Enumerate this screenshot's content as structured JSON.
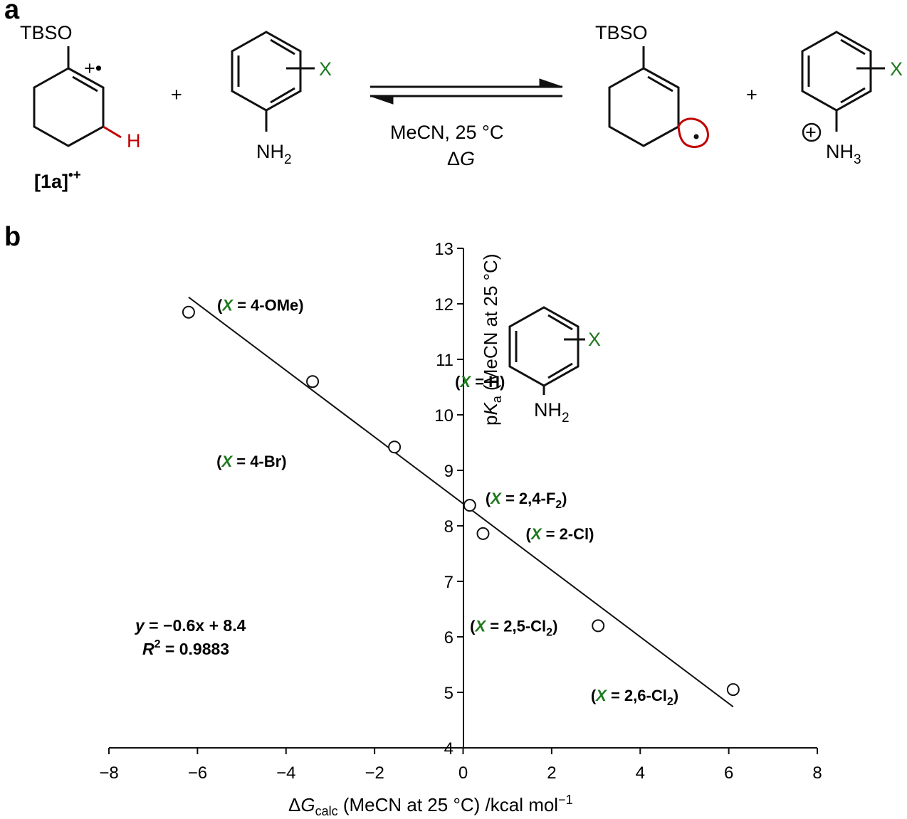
{
  "panel_a": {
    "letter": "a",
    "tbso_left": "TBSO",
    "radical_cation": "+•",
    "h_label": "H",
    "compound_label": "[1a]",
    "compound_sup": "•+",
    "plus1": "+",
    "x_left": "X",
    "nh2": "NH",
    "nh2_sub": "2",
    "conditions": "MeCN, 25 °C",
    "dg_delta": "Δ",
    "dg_g": "G",
    "tbso_right": "TBSO",
    "plus2": "+",
    "x_right": "X",
    "plus_circle": "+",
    "nh3": "NH",
    "nh3_sub": "3"
  },
  "colors": {
    "red": "#c00000",
    "green": "#1e7a1e",
    "black": "#111111"
  },
  "chart_data": {
    "type": "scatter",
    "panel_letter": "b",
    "xlim": [
      -8,
      8
    ],
    "ylim": [
      4,
      13
    ],
    "xticks": [
      -8,
      -6,
      -4,
      -2,
      0,
      2,
      4,
      6,
      8
    ],
    "yticks": [
      4,
      5,
      6,
      7,
      8,
      9,
      10,
      11,
      12,
      13
    ],
    "xtick_labels": [
      "−8",
      "−6",
      "−4",
      "−2",
      "0",
      "2",
      "4",
      "6",
      "8"
    ],
    "ytick_labels": [
      "4",
      "5",
      "6",
      "7",
      "8",
      "9",
      "10",
      "11",
      "12",
      "13"
    ],
    "xlabel": {
      "prefix": "Δ",
      "italic": "G",
      "sub": "calc",
      "rest": " (MeCN at 25 °C) /kcal mol",
      "sup": "−1"
    },
    "ylabel": {
      "prefix": "p",
      "italic": "K",
      "sub": "a",
      "rest": " (MeCN at 25 °C)"
    },
    "points": [
      {
        "x": -6.2,
        "y": 11.85,
        "open": "(",
        "var": "X",
        "eq": " = 4-OMe",
        "sub": "",
        "close": ")"
      },
      {
        "x": -3.4,
        "y": 10.6,
        "open": "(",
        "var": "X",
        "eq": " = H",
        "sub": "",
        "close": ")"
      },
      {
        "x": -1.55,
        "y": 9.42,
        "open": "(",
        "var": "X",
        "eq": " = 4-Br",
        "sub": "",
        "close": ")"
      },
      {
        "x": 0.15,
        "y": 8.37,
        "open": "(",
        "var": "X",
        "eq": " = 2,4-F",
        "sub": "2",
        "close": ")"
      },
      {
        "x": 0.45,
        "y": 7.86,
        "open": "(",
        "var": "X",
        "eq": " = 2-Cl",
        "sub": "",
        "close": ")"
      },
      {
        "x": 3.05,
        "y": 6.2,
        "open": "(",
        "var": "X",
        "eq": " = 2,5-Cl",
        "sub": "2",
        "close": ")"
      },
      {
        "x": 6.1,
        "y": 5.05,
        "open": "(",
        "var": "X",
        "eq": " = 2,6-Cl",
        "sub": "2",
        "close": ")"
      }
    ],
    "fit": {
      "slope": -0.6,
      "intercept": 8.4,
      "x_range": [
        -6.2,
        6.1
      ]
    },
    "equation": {
      "y": "y",
      "rest": " = −0.6x + 8.4",
      "r": "R",
      "r_sup": "2",
      "r_rest": " = 0.9883"
    },
    "inset": {
      "x": "X",
      "nh2": "NH",
      "nh2_sub": "2"
    }
  }
}
